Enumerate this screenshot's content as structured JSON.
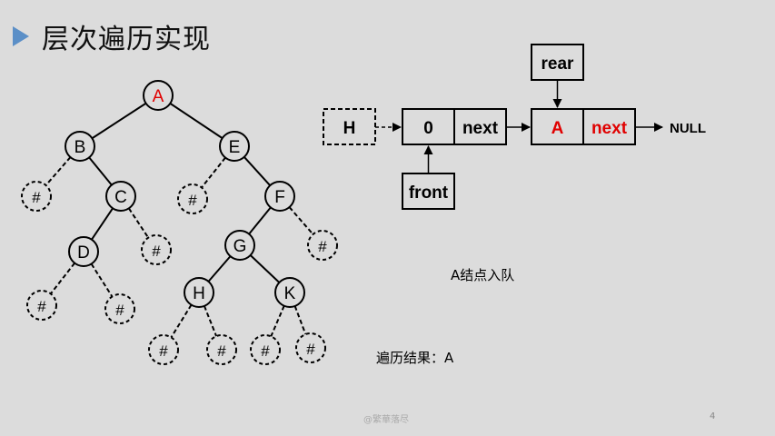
{
  "title": "层次遍历实现",
  "tree": {
    "nodes": [
      {
        "label": "A",
        "highlight": true
      },
      {
        "label": "B"
      },
      {
        "label": "E"
      },
      {
        "label": "#",
        "null": true
      },
      {
        "label": "C"
      },
      {
        "label": "#",
        "null": true
      },
      {
        "label": "F"
      },
      {
        "label": "D"
      },
      {
        "label": "#",
        "null": true
      },
      {
        "label": "G"
      },
      {
        "label": "#",
        "null": true
      },
      {
        "label": "#",
        "null": true
      },
      {
        "label": "#",
        "null": true
      },
      {
        "label": "H"
      },
      {
        "label": "K"
      },
      {
        "label": "#",
        "null": true
      },
      {
        "label": "#",
        "null": true
      },
      {
        "label": "#",
        "null": true
      },
      {
        "label": "#",
        "null": true
      }
    ],
    "edges": [
      [
        0,
        1
      ],
      [
        0,
        2
      ],
      [
        1,
        3
      ],
      [
        1,
        4
      ],
      [
        2,
        5
      ],
      [
        2,
        6
      ],
      [
        4,
        7
      ],
      [
        4,
        8
      ],
      [
        6,
        9
      ],
      [
        6,
        10
      ],
      [
        7,
        11
      ],
      [
        7,
        12
      ],
      [
        9,
        13
      ],
      [
        9,
        14
      ],
      [
        13,
        15
      ],
      [
        13,
        16
      ],
      [
        14,
        17
      ],
      [
        14,
        18
      ]
    ]
  },
  "queue": {
    "head_label": "H",
    "node0_data": "0",
    "node0_next": "next",
    "nodeA_data": "A",
    "nodeA_next": "next",
    "rear_label": "rear",
    "front_label": "front",
    "null_label": "NULL"
  },
  "colors": {
    "highlight": "#e00000",
    "text": "#000000",
    "accent": "#5b8fc7"
  },
  "status_text": "A结点入队",
  "result_text": "遍历结果：A",
  "watermark": "@繁華落尽",
  "page_number": "4"
}
